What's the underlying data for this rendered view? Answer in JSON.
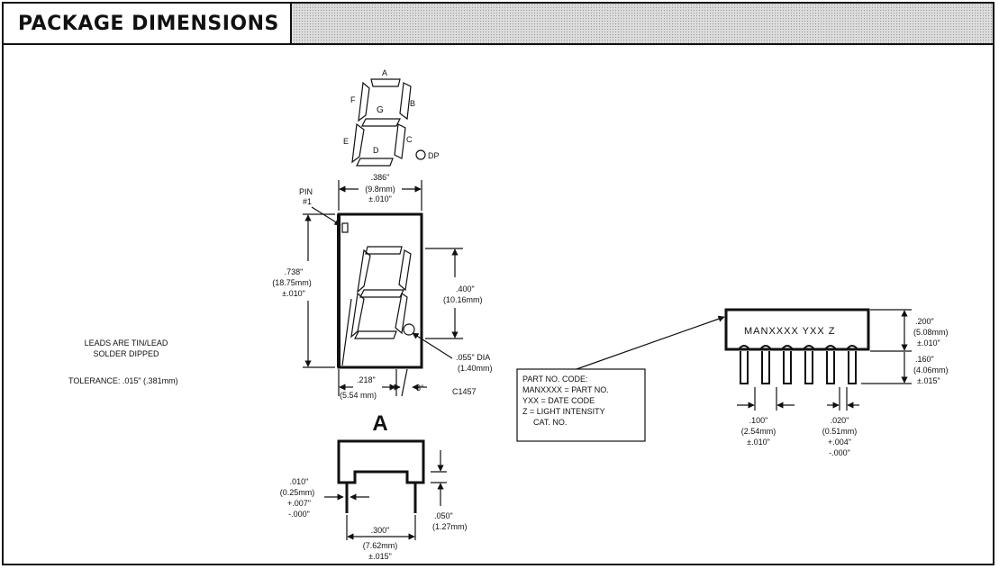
{
  "title": "PACKAGE DIMENSIONS",
  "segments": {
    "a": "A",
    "b": "B",
    "c": "C",
    "d": "D",
    "e": "E",
    "f": "F",
    "g": "G",
    "dp": "DP"
  },
  "front_view": {
    "pin_label": [
      "PIN",
      "#1"
    ],
    "width_dim": [
      ".386\"",
      "(9.8mm)",
      "±.010\""
    ],
    "height_dim": [
      ".738\"",
      "(18.75mm)",
      "±.010\""
    ],
    "digit_height_dim": [
      ".400\"",
      "(10.16mm)"
    ],
    "dp_dia_dim": [
      ".055\" DIA",
      "(1.40mm)"
    ],
    "lead_offset_dim": [
      ".218\"",
      "(5.54 mm)"
    ],
    "slant_angle": "8°",
    "ref_code": "C1457"
  },
  "notes": {
    "leads": [
      "LEADS ARE TIN/LEAD",
      "SOLDER DIPPED"
    ],
    "tolerance": "TOLERANCE: .015\" (.381mm)"
  },
  "view_a": {
    "label": "A",
    "lead_thickness_dim": [
      ".010\"",
      "(0.25mm)",
      "+.007\"",
      "-.000\""
    ],
    "lead_spacing_dim": [
      ".300\"",
      "(7.62mm)",
      "±.015\""
    ],
    "standoff_dim": [
      ".050\"",
      "(1.27mm)"
    ]
  },
  "side_view": {
    "marking": "MANXXXX  YXX  Z",
    "body_height_dim": [
      ".200\"",
      "(5.08mm)",
      "±.010\""
    ],
    "lead_length_dim": [
      ".160\"",
      "(4.06mm)",
      "±.015\""
    ],
    "pitch_dim": [
      ".100\"",
      "(2.54mm)",
      "±.010\""
    ],
    "lead_width_dim": [
      ".020\"",
      "(0.51mm)",
      "+.004\"",
      "-.000\""
    ]
  },
  "part_code": [
    "PART NO. CODE:",
    "MANXXXX = PART NO.",
    "YXX = DATE CODE",
    "Z = LIGHT INTENSITY",
    "CAT. NO."
  ]
}
